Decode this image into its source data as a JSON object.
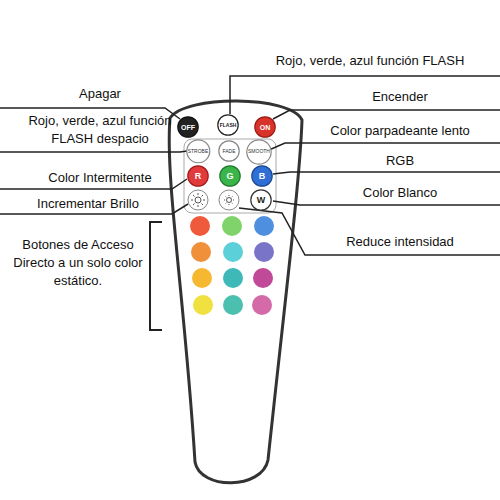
{
  "diagram": {
    "nodes": [
      {
        "text": [
          "OFF"
        ]
      },
      {
        "text": [
          "FLASH"
        ]
      },
      {
        "text": [
          "ON"
        ]
      },
      {
        "text": [
          "STROBE"
        ]
      },
      {
        "text": [
          "FADE"
        ]
      },
      {
        "text": [
          "SMOOTH"
        ]
      },
      {
        "text": [
          "R"
        ]
      },
      {
        "text": [
          "G"
        ]
      },
      {
        "text": [
          "B"
        ]
      },
      {
        "text": [
          "W"
        ]
      }
    ],
    "labels": [
      "Apagar",
      "Rojo, verde, azul función FLASH",
      "Encender",
      "Rojo, verde, azul función FLASH despacio",
      "Color parpadeante lento",
      "Color Intermitente",
      "RGB",
      "Incrementar Brillo",
      "Color Blanco",
      "Reduce intensidad",
      "Botones de Acceso Directo a un solo color estático."
    ]
  }
}
